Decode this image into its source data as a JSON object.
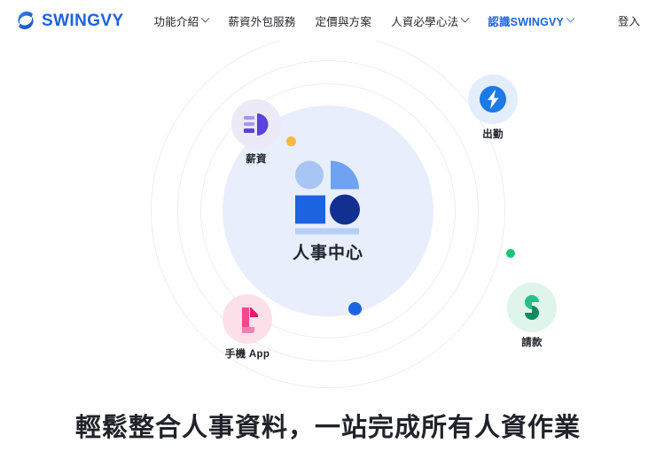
{
  "header": {
    "brand": {
      "name": "SWINGVY",
      "logo_icon": "swingvy-swoosh-logo",
      "color": "#1b63e0"
    },
    "nav_items": [
      {
        "label": "功能介紹",
        "has_dropdown": true,
        "active": false
      },
      {
        "label": "薪資外包服務",
        "has_dropdown": false,
        "active": false
      },
      {
        "label": "定價與方案",
        "has_dropdown": false,
        "active": false
      },
      {
        "label": "人資必學心法",
        "has_dropdown": true,
        "active": false
      },
      {
        "label": "認識SWINGVY",
        "has_dropdown": true,
        "active": true
      }
    ],
    "login_label": "登入"
  },
  "hero": {
    "core": {
      "label": "人事中心",
      "icon": "hr-hub-shapes-icon",
      "background": "#e8eefc"
    },
    "rings": [
      {
        "name": "outer-ring",
        "color": "#eceef4"
      },
      {
        "name": "middle-ring",
        "color": "#eceef4"
      },
      {
        "name": "inner-ring",
        "color": "#eceef4"
      }
    ],
    "nodes": [
      {
        "label": "薪資",
        "icon": "payroll-chart-icon",
        "halo": "#ece9f8",
        "accent": "#5b42d9"
      },
      {
        "label": "出勤",
        "icon": "attendance-bolt-icon",
        "halo": "#e4edfb",
        "accent": "#1b7ae5"
      },
      {
        "label": "請款",
        "icon": "claim-arrows-icon",
        "halo": "#dff4ea",
        "accent": "#18a06b"
      },
      {
        "label": "手機 App",
        "icon": "mobile-app-page-icon",
        "halo": "#fbe0ea",
        "accent": "#f0347e"
      }
    ],
    "dots": [
      {
        "name": "amber-dot",
        "color": "#f6b93f"
      },
      {
        "name": "green-dot",
        "color": "#16c67a"
      },
      {
        "name": "blue-dot",
        "color": "#1b63e0"
      }
    ]
  },
  "headline": {
    "text": "輕鬆整合人事資料，一站完成所有人資作業"
  }
}
